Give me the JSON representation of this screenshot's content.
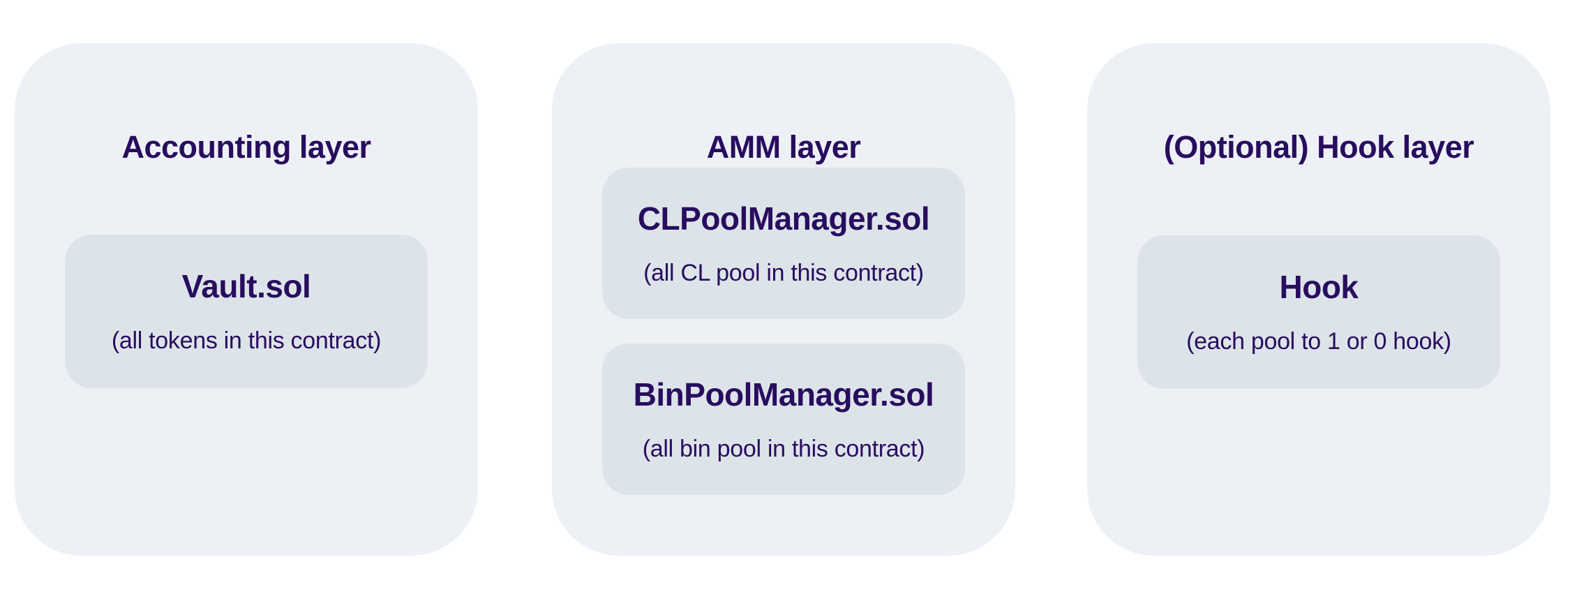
{
  "colors": {
    "page_bg": "#ffffff",
    "panel_bg": "#edf1f5",
    "card_bg": "#dde4e9",
    "text": "#280d5f"
  },
  "panels": [
    {
      "title": "Accounting layer",
      "cards": [
        {
          "title": "Vault.sol",
          "subtitle": "(all tokens in this contract)"
        }
      ]
    },
    {
      "title": "AMM layer",
      "cards": [
        {
          "title": "CLPoolManager.sol",
          "subtitle": "(all CL pool in this contract)"
        },
        {
          "title": "BinPoolManager.sol",
          "subtitle": "(all bin pool in this contract)"
        }
      ]
    },
    {
      "title": "(Optional) Hook layer",
      "cards": [
        {
          "title": "Hook",
          "subtitle": "(each pool to 1 or 0 hook)"
        }
      ]
    }
  ]
}
